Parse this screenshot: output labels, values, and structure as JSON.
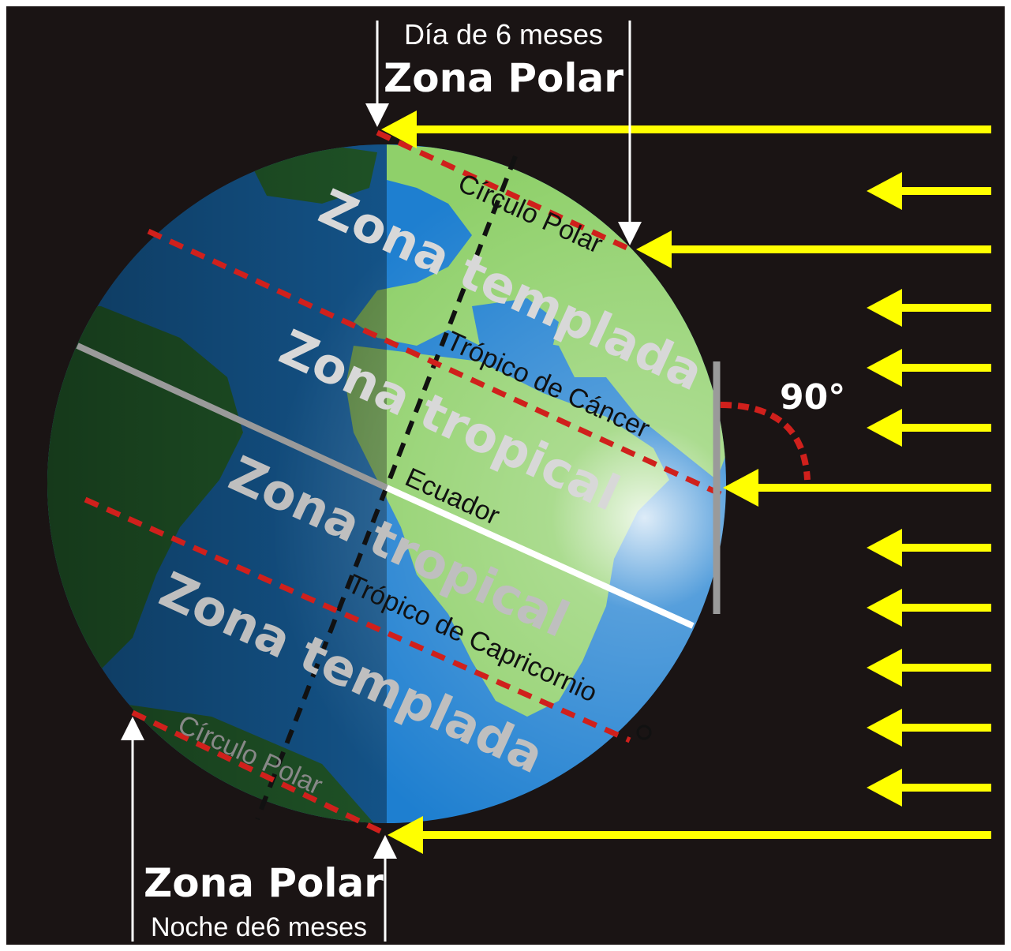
{
  "top": {
    "subtitle": "Día de 6 meses",
    "title": "Zona Polar"
  },
  "bottom": {
    "title": "Zona Polar",
    "subtitle": "Noche de6 meses"
  },
  "angle_label": "90°",
  "zones": {
    "templada_north": "Zona templada",
    "tropical_north": "Zona tropical",
    "tropical_south": "Zona tropical",
    "templada_south": "Zona templada"
  },
  "lines": {
    "polar_north": "Círculo Polar",
    "cancer": "Trópico de Cáncer",
    "equator": "Ecuador",
    "capricorn": "Trópico de Capricornio",
    "polar_south": "Círculo Polar"
  },
  "colors": {
    "sun_rays": "#ffff00",
    "background": "#1a1414",
    "ocean": "#1e7fd0",
    "land": "#8fd06a",
    "dashed_lines": "#d0201c"
  }
}
